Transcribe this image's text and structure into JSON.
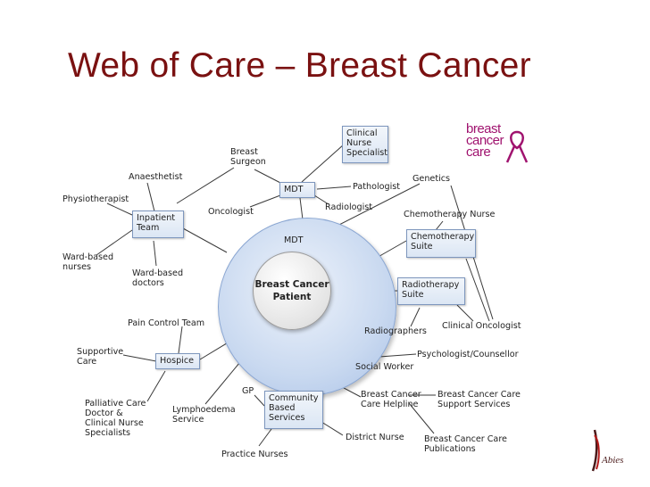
{
  "title": "Web of Care – Breast Cancer",
  "center": {
    "line1": "Breast Cancer",
    "line2": "Patient",
    "ring_label": "MDT"
  },
  "boxes": {
    "cns": [
      "Clinical",
      "Nurse",
      "Specialist"
    ],
    "mdt": [
      "MDT"
    ],
    "inpatient": [
      "Inpatient",
      "Team"
    ],
    "chemo": [
      "Chemotherapy",
      "Suite"
    ],
    "radio": [
      "Radiotherapy",
      "Suite"
    ],
    "hospice": [
      "Hospice"
    ],
    "community": [
      "Community",
      "Based",
      "Services"
    ]
  },
  "labels": {
    "breast_surgeon": [
      "Breast",
      "Surgeon"
    ],
    "anaesthetist": "Anaesthetist",
    "physiotherapist": "Physiotherapist",
    "ward_nurses": [
      "Ward-based",
      "nurses"
    ],
    "ward_doctors": [
      "Ward-based",
      "doctors"
    ],
    "oncologist": "Oncologist",
    "pathologist": "Pathologist",
    "radiologist": "Radiologist",
    "genetics": "Genetics",
    "chemo_nurse": "Chemotherapy Nurse",
    "clinical_oncologist": "Clinical Oncologist",
    "radiographers": "Radiographers",
    "psychologist": "Psychologist/Counsellor",
    "social_worker": "Social Worker",
    "pain_control": "Pain Control Team",
    "supportive_care": [
      "Supportive",
      "Care"
    ],
    "palliative": [
      "Palliative Care",
      "Doctor &",
      "Clinical Nurse",
      "Specialists"
    ],
    "lymphoedema": [
      "Lymphoedema",
      "Service"
    ],
    "gp": "GP",
    "practice_nurses": "Practice Nurses",
    "district_nurse": "District Nurse",
    "helpline": [
      "Breast Cancer",
      "Care Helpline"
    ],
    "support_services": [
      "Breast Cancer Care",
      "Support Services"
    ],
    "publications": [
      "Breast Cancer Care",
      "Publications"
    ]
  },
  "logo": {
    "line1": "breast",
    "line2": "cancer",
    "line3": "care",
    "abies": "Abies"
  },
  "colors": {
    "title": "#7a1111",
    "box_border": "#7d96bd",
    "logo": "#a0136f",
    "line": "#3a3a3a"
  }
}
